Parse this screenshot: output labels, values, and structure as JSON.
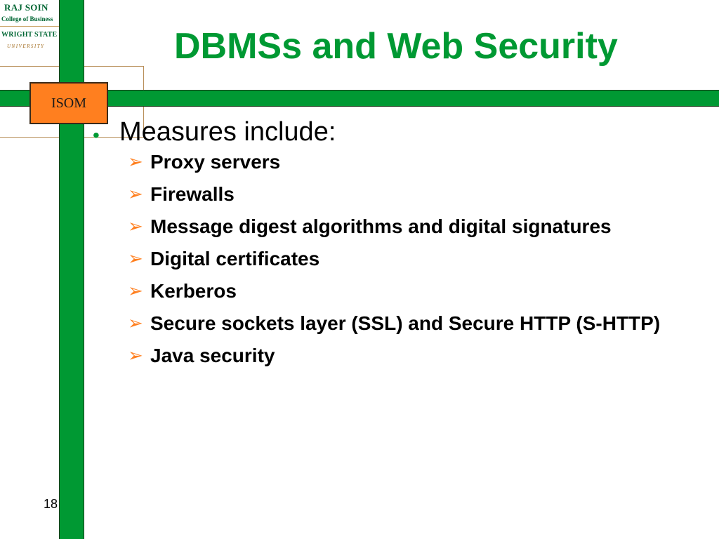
{
  "logo": {
    "line1": "RAJ SOIN",
    "line2": "College of Business",
    "line3": "WRIGHT STATE",
    "line4": "UNIVERSITY"
  },
  "badge": {
    "label": "ISOM"
  },
  "title": "DBMSs and Web Security",
  "main_bullet": "Measures include:",
  "sub_bullets": [
    "Proxy servers",
    "Firewalls",
    "Message digest algorithms and digital signatures",
    "Digital certificates",
    "Kerberos",
    "Secure sockets layer (SSL) and Secure HTTP (S-HTTP)",
    "Java security"
  ],
  "page_number": "18",
  "colors": {
    "green": "#009933",
    "orange": "#ff7f1f",
    "tan": "#b88f5a"
  }
}
